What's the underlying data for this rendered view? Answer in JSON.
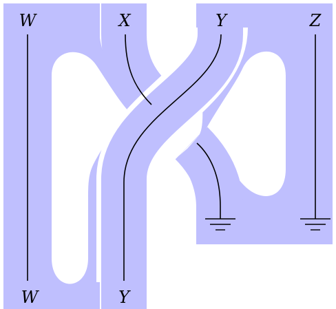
{
  "colors": {
    "band": "#bfbffe",
    "background": "#ffffff",
    "ink": "#000000"
  },
  "labels": {
    "top": {
      "w": "W",
      "x": "X",
      "y": "Y",
      "z": "Z"
    },
    "bottom": {
      "w": "W",
      "y": "Y"
    }
  },
  "icons": [
    "ground-icon",
    "ground-icon"
  ]
}
